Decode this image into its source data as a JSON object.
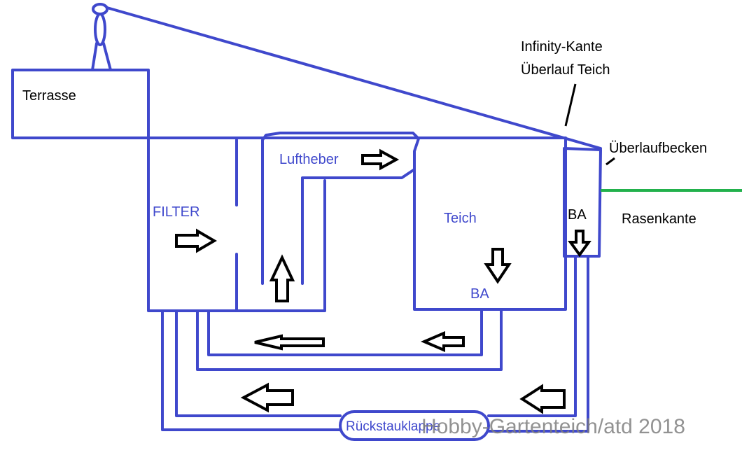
{
  "colors": {
    "structure": "#3f48cc",
    "black": "#000000",
    "lawn": "#22b14c",
    "watermark": "#7f7f7f"
  },
  "labels": {
    "terrasse": "Terrasse",
    "infinity_line1": "Infinity-Kante",
    "infinity_line2": "Überlauf Teich",
    "ueberlaufbecken": "Überlaufbecken",
    "rasenkante": "Rasenkante",
    "filter": "FILTER",
    "luftheber": "Luftheber",
    "teich": "Teich",
    "ba_teich": "BA",
    "ba_becken": "BA",
    "rueckstauklappe": "Rückstauklappe"
  },
  "watermark": "Hobby-Gartenteich/atd 2018"
}
